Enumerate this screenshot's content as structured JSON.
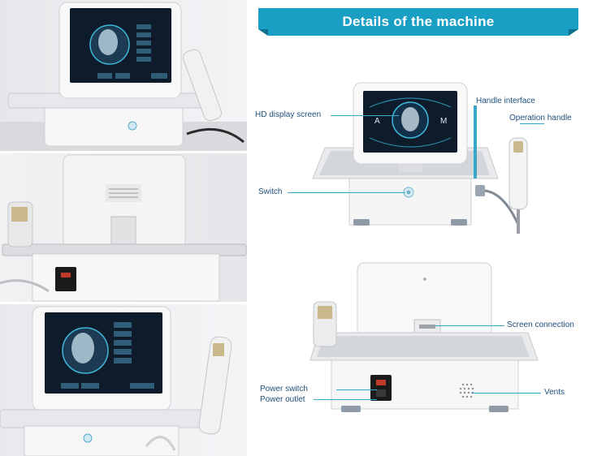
{
  "header": {
    "title": "Details of the machine"
  },
  "callouts": {
    "hd_display_screen": "HD display screen",
    "handle_interface": "Handle interface",
    "operation_handle": "Operation handle",
    "switch": "Switch",
    "screen_connection": "Screen connection",
    "power_switch": "Power switch",
    "power_outlet": "Power outlet",
    "vents": "Vents"
  },
  "screen_labels": {
    "left_mode": "A",
    "right_mode": "M"
  },
  "colors": {
    "banner": "#1a9fc4",
    "banner_dark": "#0e6f8e",
    "callout_line": "#3aa6c9",
    "label_text": "#1f4f7a"
  }
}
